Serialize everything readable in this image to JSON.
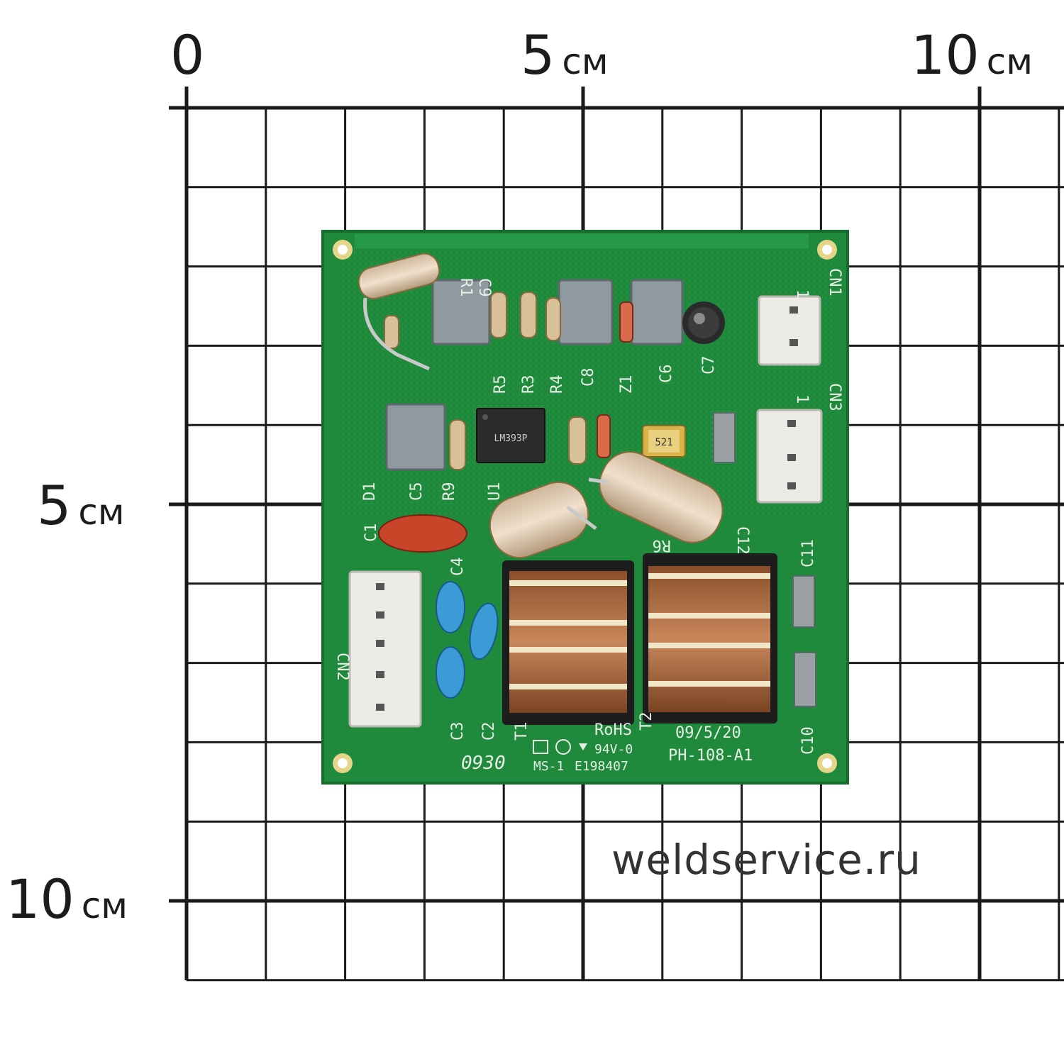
{
  "axis": {
    "x_labels": [
      {
        "value": "0",
        "unit": ""
      },
      {
        "value": "5",
        "unit": "см"
      },
      {
        "value": "10",
        "unit": "см"
      }
    ],
    "y_labels": [
      {
        "value": "5",
        "unit": "см"
      },
      {
        "value": "10",
        "unit": "см"
      }
    ]
  },
  "watermark": "weldservice.ru",
  "board": {
    "silkscreen": {
      "r1": "R1",
      "c9": "C9",
      "r5": "R5",
      "r3": "R3",
      "r4": "R4",
      "c8": "C8",
      "z1": "Z1",
      "c6": "C6",
      "c7": "C7",
      "cn1": "CN1",
      "cn1_pin": "1",
      "cn3": "CN3",
      "cn3_pin": "1",
      "d1": "D1",
      "c5": "C5",
      "r9": "R9",
      "u1": "U1",
      "c12": "C12",
      "c1": "C1",
      "c4": "C4",
      "r6": "R6",
      "c11": "C11",
      "cn2": "CN2",
      "c3": "C3",
      "c2": "C2",
      "t1": "T1",
      "t2": "T2",
      "c10": "C10",
      "rohs": "RoHS",
      "date": "09/5/20",
      "model": "PH-108-A1",
      "flame_rating": "94V-0",
      "ul_file": "E198407",
      "ms": "MS-1",
      "batch": "0930"
    },
    "chip_marking": "LM393P",
    "optocoupler_marking": "521"
  },
  "colors": {
    "grid": "#1a1a1a",
    "pcb": "#1f8a3c",
    "pcb_dark": "#166b2d",
    "silkscreen": "#e7eee6",
    "copper_coil": "#b07040"
  }
}
